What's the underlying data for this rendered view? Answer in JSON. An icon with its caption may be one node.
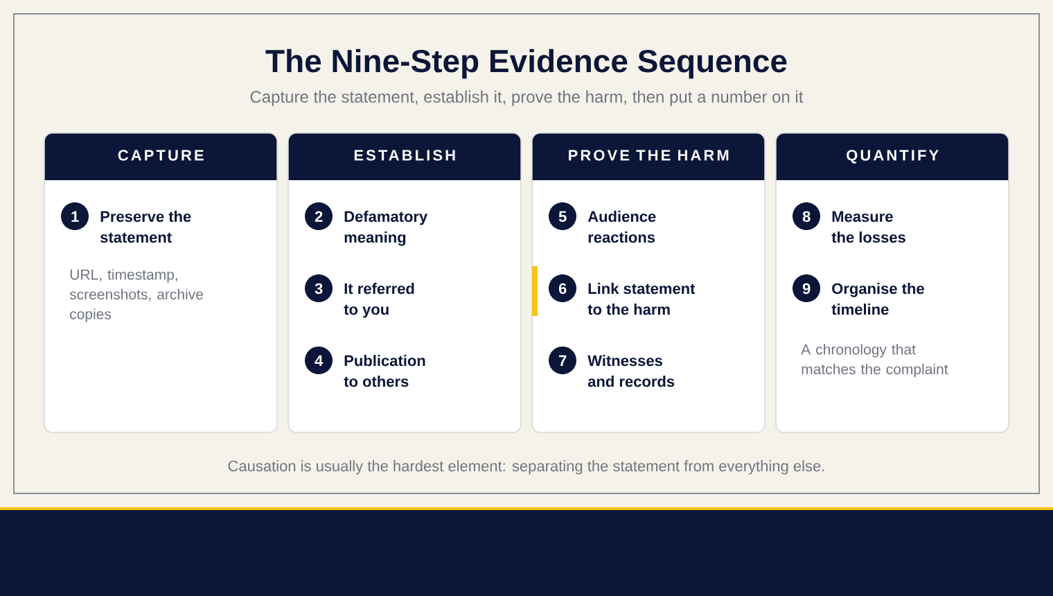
{
  "diagram": {
    "title": "The Nine-Step Evidence Sequence",
    "caption": "Causation is usually the hardest element: separating the statement from everything else.",
    "nodes": [
      {
        "text": [
          "CAPTURE"
        ]
      },
      {
        "text": [
          "1",
          "Preserve the statement"
        ],
        "in": 0
      },
      {
        "text": [
          "ESTABLISH"
        ]
      },
      {
        "text": [
          "2",
          "Defamatory meaning"
        ],
        "in": 2
      },
      {
        "text": [
          "3",
          "It referred to you"
        ],
        "in": 2
      },
      {
        "text": [
          "4",
          "Publication to others"
        ],
        "in": 2
      },
      {
        "text": [
          "PROVE THE HARM"
        ]
      },
      {
        "text": [
          "5",
          "Audience reactions"
        ],
        "in": 6
      },
      {
        "text": [
          "6",
          "Link statement to the harm"
        ],
        "in": 6
      },
      {
        "text": [
          "7",
          "Witnesses and records"
        ],
        "in": 6
      },
      {
        "text": [
          "QUANTIFY"
        ]
      },
      {
        "text": [
          "8",
          "Measure the losses"
        ],
        "in": 10
      },
      {
        "text": [
          "9",
          "Organise the timeline"
        ],
        "in": 10
      }
    ],
    "labels": [
      "Capture the statement, establish it, prove the harm, then put a number on it",
      "URL, timestamp, screenshots, archive copies",
      "A chronology that matches the complaint"
    ]
  }
}
